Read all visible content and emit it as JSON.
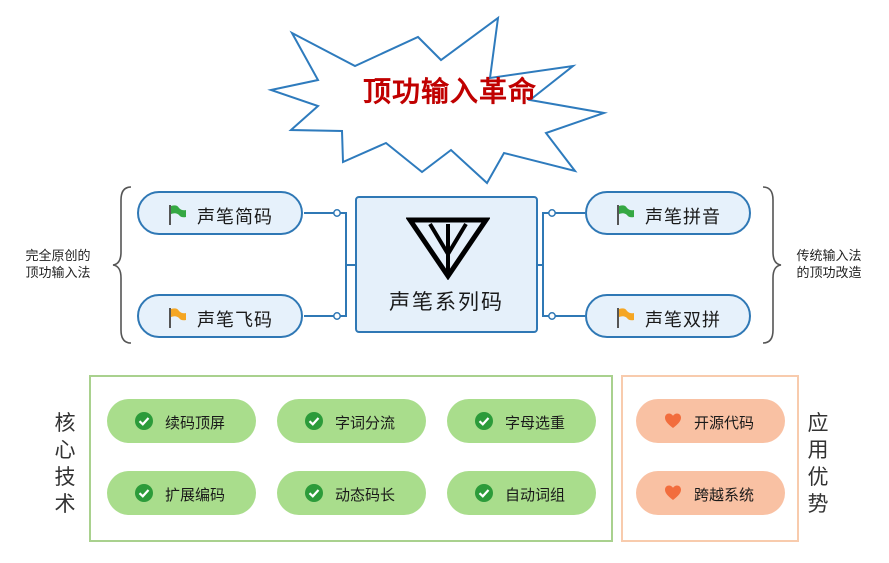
{
  "title": "顶功输入革命",
  "center": {
    "label": "声笔系列码"
  },
  "branches": {
    "left_top": "声笔简码",
    "left_bottom": "声笔飞码",
    "right_top": "声笔拼音",
    "right_bottom": "声笔双拼"
  },
  "side_notes": {
    "left": [
      "完全原创的",
      "顶功输入法"
    ],
    "right": [
      "传统输入法",
      "的顶功改造"
    ]
  },
  "core_tech": {
    "heading_chars": [
      "核",
      "心",
      "技",
      "术"
    ],
    "items": [
      "续码顶屏",
      "字词分流",
      "字母选重",
      "扩展编码",
      "动态码长",
      "自动词组"
    ]
  },
  "advantages": {
    "heading_chars": [
      "应",
      "用",
      "优",
      "势"
    ],
    "items": [
      "开源代码",
      "跨越系统"
    ]
  },
  "colors": {
    "accent_blue": "#2f78b5",
    "title_red": "#c00000",
    "green_chip": "#a9dd8c",
    "orange_chip": "#f9c1a3",
    "flag_green": "#35a843",
    "flag_orange": "#f5a623",
    "heart": "#f26d3d"
  }
}
